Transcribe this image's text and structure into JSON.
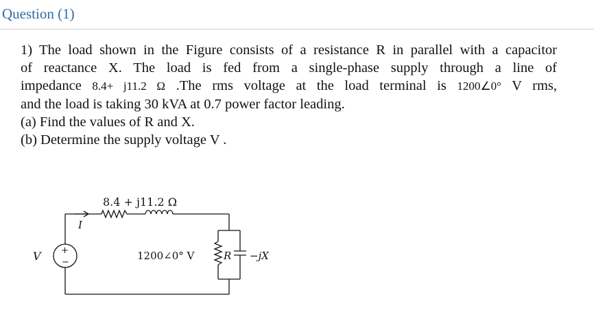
{
  "header": {
    "title": "Question (1)"
  },
  "problem": {
    "line1": "1) The load shown in the Figure consists of a resistance R in parallel with a capacitor",
    "line2": "of reactance X. The load is fed from a single-phase supply through a line of",
    "line3_a": "impedance",
    "line3_impedance": "8.4+ j11.2 Ω",
    "line3_b": ".The rms voltage at the load terminal is",
    "line3_voltage": "1200∠0°",
    "line3_c": "V rms,",
    "line4": "and the load is taking 30 kVA at 0.7 power factor leading.",
    "part_a": "(a) Find the values of R and X.",
    "part_b": "(b) Determine the supply voltage V ."
  },
  "circuit": {
    "line_impedance_label": "8.4 + j11.2 Ω",
    "current_label": "I",
    "source_label": "V",
    "source_plus": "+",
    "source_minus": "−",
    "load_voltage_label": "1200∠0° V",
    "resistor_label": "R",
    "capacitor_label": "−jX"
  }
}
